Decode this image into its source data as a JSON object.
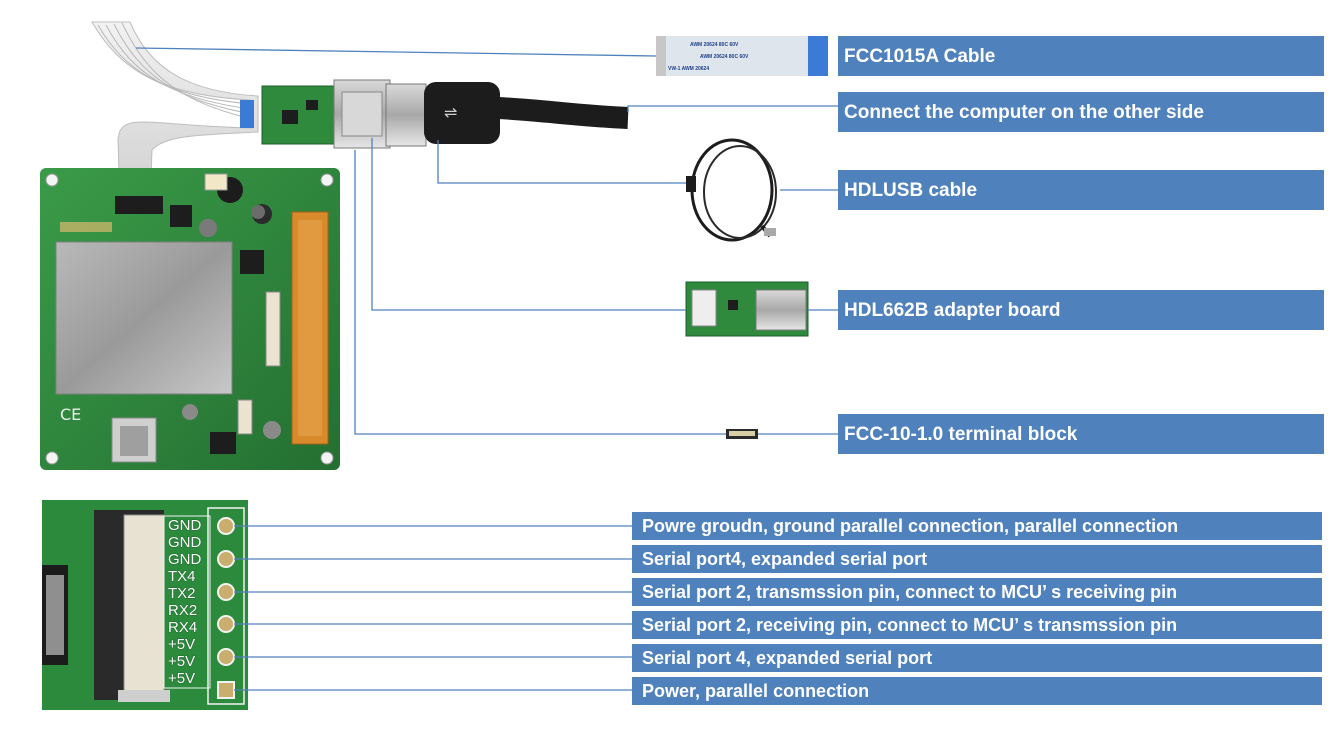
{
  "callouts": {
    "fcc_cable": "FCC1015A Cable",
    "connect_computer": "Connect the computer on the other side",
    "hdlusb_cable": "HDLUSB cable",
    "adapter_board": "HDL662B adapter board",
    "terminal_block": "FCC-10-1.0 terminal block"
  },
  "pin_callouts": [
    "Powre groudn, ground parallel connection, parallel connection",
    "Serial port4, expanded serial port",
    "Serial port 2, transmssion pin, connect to MCU’ s receiving pin",
    "Serial port 2, receiving pin, connect to MCU’ s transmssion pin",
    "Serial port 4, expanded serial port",
    "Power, parallel connection"
  ],
  "pin_labels": [
    "GND",
    "GND",
    "GND",
    "TX4",
    "TX2",
    "RX2",
    "RX4",
    "+5V",
    "+5V",
    "+5V"
  ],
  "cable_print": [
    "AWM 20624 80C 60V",
    "AWM 20624 80C 60V",
    "VW-1  AWM 20624"
  ],
  "colors": {
    "callout_fill": "#4f81bd",
    "callout_text": "#ffffff",
    "leader_line": "#4f81bd",
    "pcb_green": "#2f8a3e"
  }
}
